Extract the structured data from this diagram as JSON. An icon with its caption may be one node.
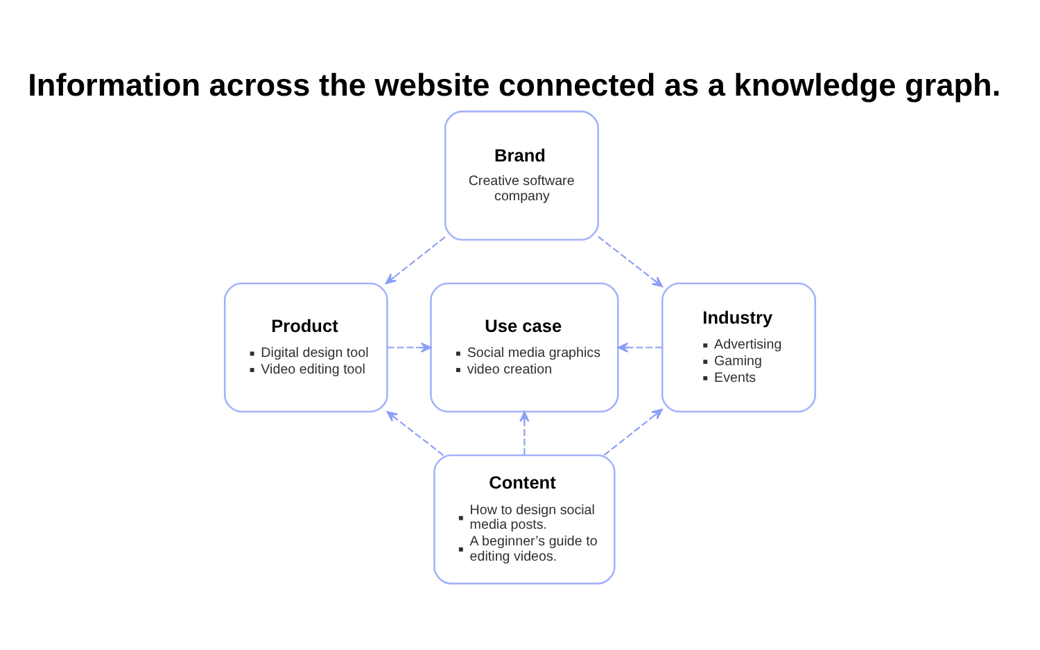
{
  "diagram": {
    "title": "Information across the website connected as a knowledge graph.",
    "nodes": [
      {
        "text": [
          "Brand",
          "Creative software company"
        ]
      },
      {
        "text": [
          "Product",
          "Digital design tool",
          "Video editing tool"
        ]
      },
      {
        "text": [
          "Use case",
          "Social media graphics",
          "video creation"
        ]
      },
      {
        "text": [
          "Industry",
          "Advertising",
          "Gaming",
          "Events"
        ]
      },
      {
        "text": [
          "Content",
          "How to design social media posts.",
          "A beginner’s guide to editing videos."
        ]
      }
    ],
    "edges": [
      {
        "from": 0,
        "to": 1,
        "arrow": "to",
        "style": "dashed"
      },
      {
        "from": 0,
        "to": 3,
        "arrow": "to",
        "style": "dashed"
      },
      {
        "from": 1,
        "to": 2,
        "arrow": "to",
        "style": "dashed"
      },
      {
        "from": 3,
        "to": 2,
        "arrow": "to",
        "style": "dashed"
      },
      {
        "from": 4,
        "to": 1,
        "arrow": "to",
        "style": "dashed"
      },
      {
        "from": 4,
        "to": 2,
        "arrow": "to",
        "style": "dashed"
      },
      {
        "from": 4,
        "to": 3,
        "arrow": "to",
        "style": "dashed"
      }
    ]
  }
}
